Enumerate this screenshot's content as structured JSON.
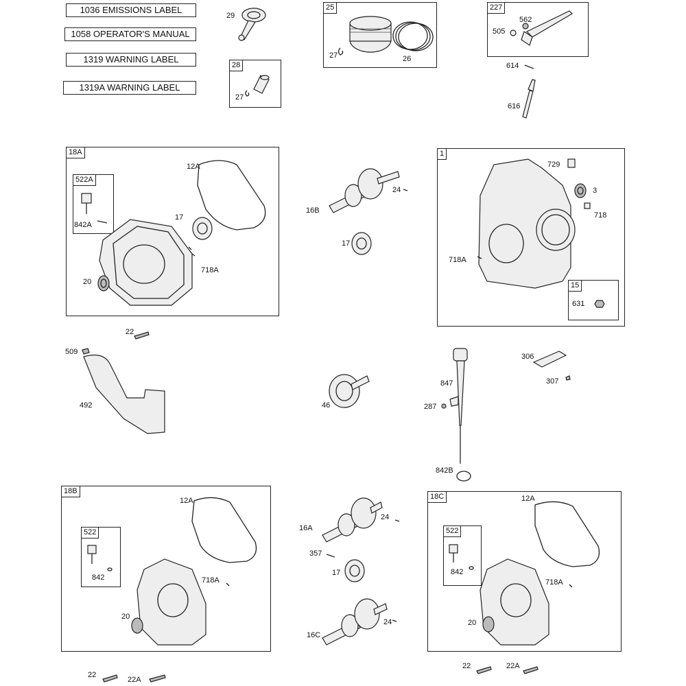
{
  "labels": [
    {
      "id": "1036",
      "text": "1036 EMISSIONS LABEL"
    },
    {
      "id": "1058",
      "text": "1058 OPERATOR'S MANUAL"
    },
    {
      "id": "1319",
      "text": "1319 WARNING LABEL"
    },
    {
      "id": "1319A",
      "text": "1319A WARNING LABEL"
    }
  ],
  "boxes": {
    "b25": "25",
    "b28": "28",
    "b227": "227",
    "b18A": "18A",
    "b522A": "522A",
    "b1": "1",
    "b15": "15",
    "b18B": "18B",
    "b522": "522",
    "b18C": "18C",
    "b522c": "522"
  },
  "parts": {
    "p29": "29",
    "p27a": "27",
    "p26": "26",
    "p27b": "27",
    "p562": "562",
    "p505": "505",
    "p614": "614",
    "p616": "616",
    "p12A_a": "12A",
    "p842A": "842A",
    "p17a": "17",
    "p718A_a": "718A",
    "p20a": "20",
    "p24a": "24",
    "p16B": "16B",
    "p17b": "17",
    "p729": "729",
    "p3": "3",
    "p718": "718",
    "p718A_b": "718A",
    "p631": "631",
    "p22a": "22",
    "p509": "509",
    "p492": "492",
    "p46": "46",
    "p847": "847",
    "p287": "287",
    "p842B": "842B",
    "p306": "306",
    "p307": "307",
    "p12A_b": "12A",
    "p842": "842",
    "p718A_c": "718A",
    "p20b": "20",
    "p22b": "22",
    "p22A_a": "22A",
    "p24b": "24",
    "p16A": "16A",
    "p357": "357",
    "p17c": "17",
    "p24c": "24",
    "p16C": "16C",
    "p12A_c": "12A",
    "p842c": "842",
    "p718A_d": "718A",
    "p20c": "20",
    "p22c": "22",
    "p22A_b": "22A"
  }
}
